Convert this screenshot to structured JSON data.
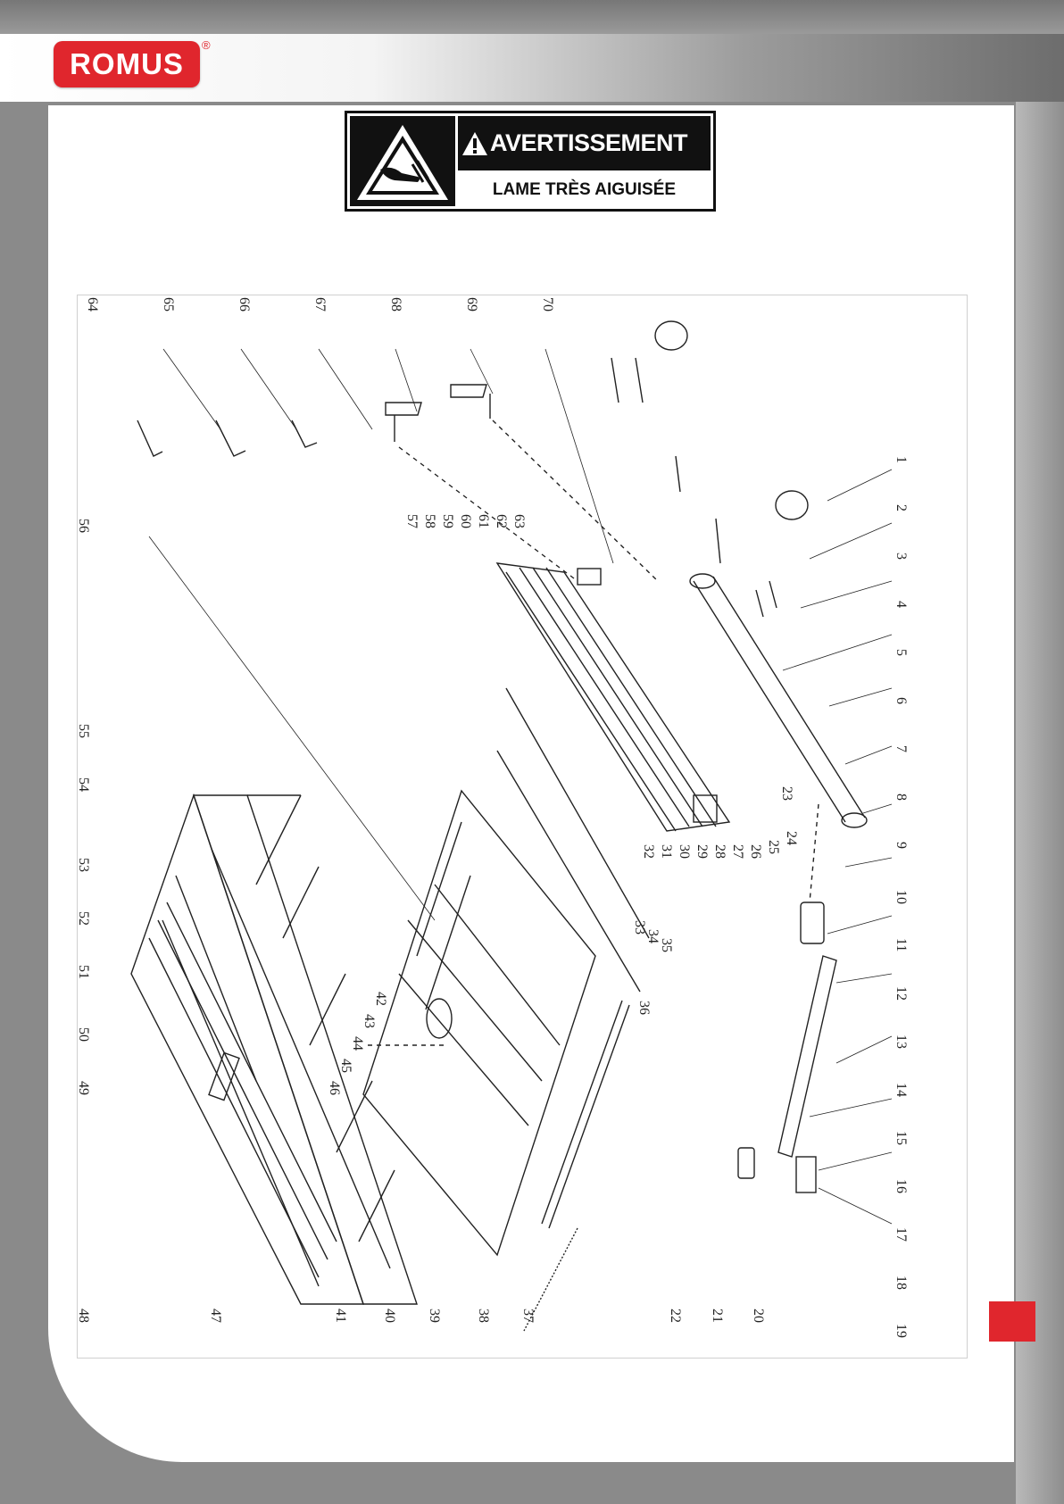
{
  "brand": {
    "logo_text": "ROMUS",
    "registered_mark": "®",
    "red": "#e0262d"
  },
  "warning": {
    "title": "AVERTISSEMENT",
    "subtitle": "LAME TRÈS AIGUISÉE",
    "pictogram": "hand-cut-warning-icon"
  },
  "diagram": {
    "right_labels": [
      "1",
      "2",
      "3",
      "4",
      "5",
      "6",
      "7",
      "8",
      "9",
      "10",
      "11",
      "12",
      "13",
      "14",
      "15",
      "16",
      "17",
      "18",
      "19"
    ],
    "bottom_labels": [
      "48",
      "47",
      "41",
      "40",
      "39",
      "38",
      "37",
      "22",
      "21",
      "20"
    ],
    "top_labels": [
      "64",
      "65",
      "66",
      "67",
      "68",
      "69",
      "70"
    ],
    "left_labels": [
      "56",
      "55",
      "54",
      "53",
      "52",
      "51",
      "50",
      "49"
    ],
    "inner_labels_a": [
      "57",
      "58",
      "59",
      "60",
      "61",
      "62",
      "63"
    ],
    "inner_labels_b": [
      "23",
      "24",
      "25",
      "26",
      "27",
      "28",
      "29",
      "30",
      "31",
      "32",
      "33",
      "34",
      "35",
      "36"
    ],
    "inner_labels_c": [
      "42",
      "43",
      "44",
      "45",
      "46"
    ]
  }
}
